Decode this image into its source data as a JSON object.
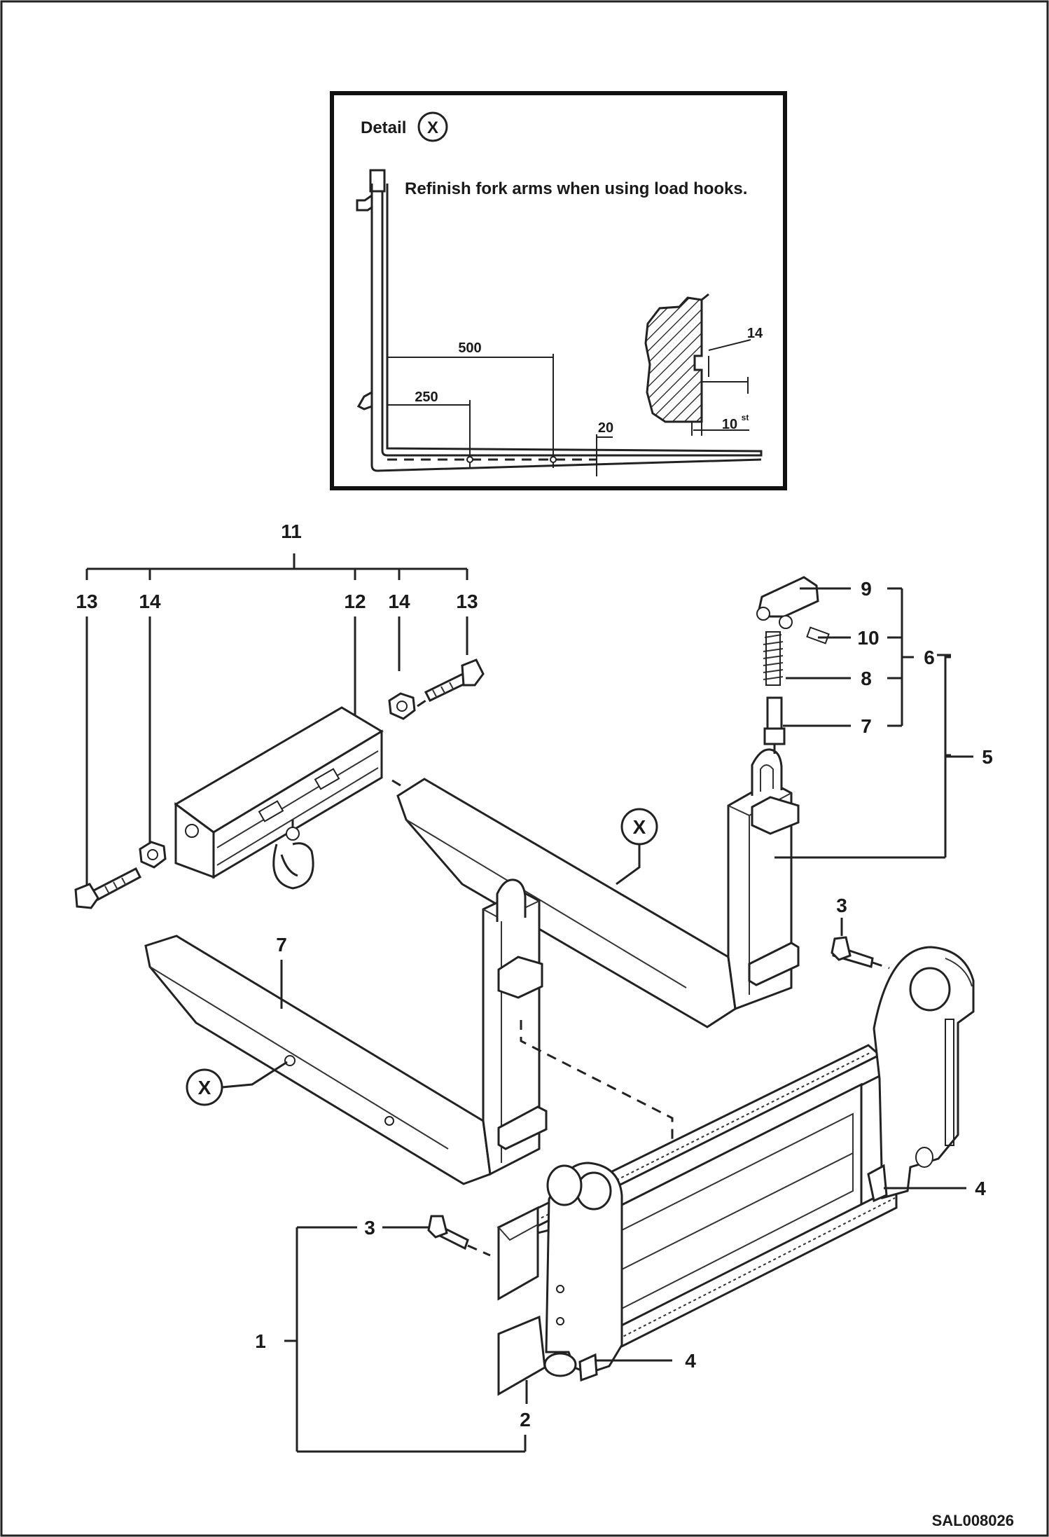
{
  "detail": {
    "title": "Detail",
    "marker": "X",
    "note": "Refinish fork arms when using load hooks.",
    "dims": {
      "d500": "500",
      "d250": "250",
      "d20": "20",
      "d14": "14",
      "d10": "10",
      "d10_sup": "st"
    }
  },
  "callouts": {
    "c1": "1",
    "c2": "2",
    "c3a": "3",
    "c3b": "3",
    "c4a": "4",
    "c4b": "4",
    "c5": "5",
    "c6": "6",
    "c7a": "7",
    "c7b": "7",
    "c8": "8",
    "c9": "9",
    "c10": "10",
    "c11": "11",
    "c12": "12",
    "c13a": "13",
    "c13b": "13",
    "c14a": "14",
    "c14b": "14"
  },
  "markers": {
    "x_fork_upper": "X",
    "x_fork_lower": "X"
  },
  "footer": {
    "ref": "SAL008026"
  },
  "icons": [
    "detail-marker-icon",
    "fork-arm",
    "fork-carriage",
    "load-hook-beam",
    "bolt",
    "nut",
    "spring",
    "latch"
  ]
}
